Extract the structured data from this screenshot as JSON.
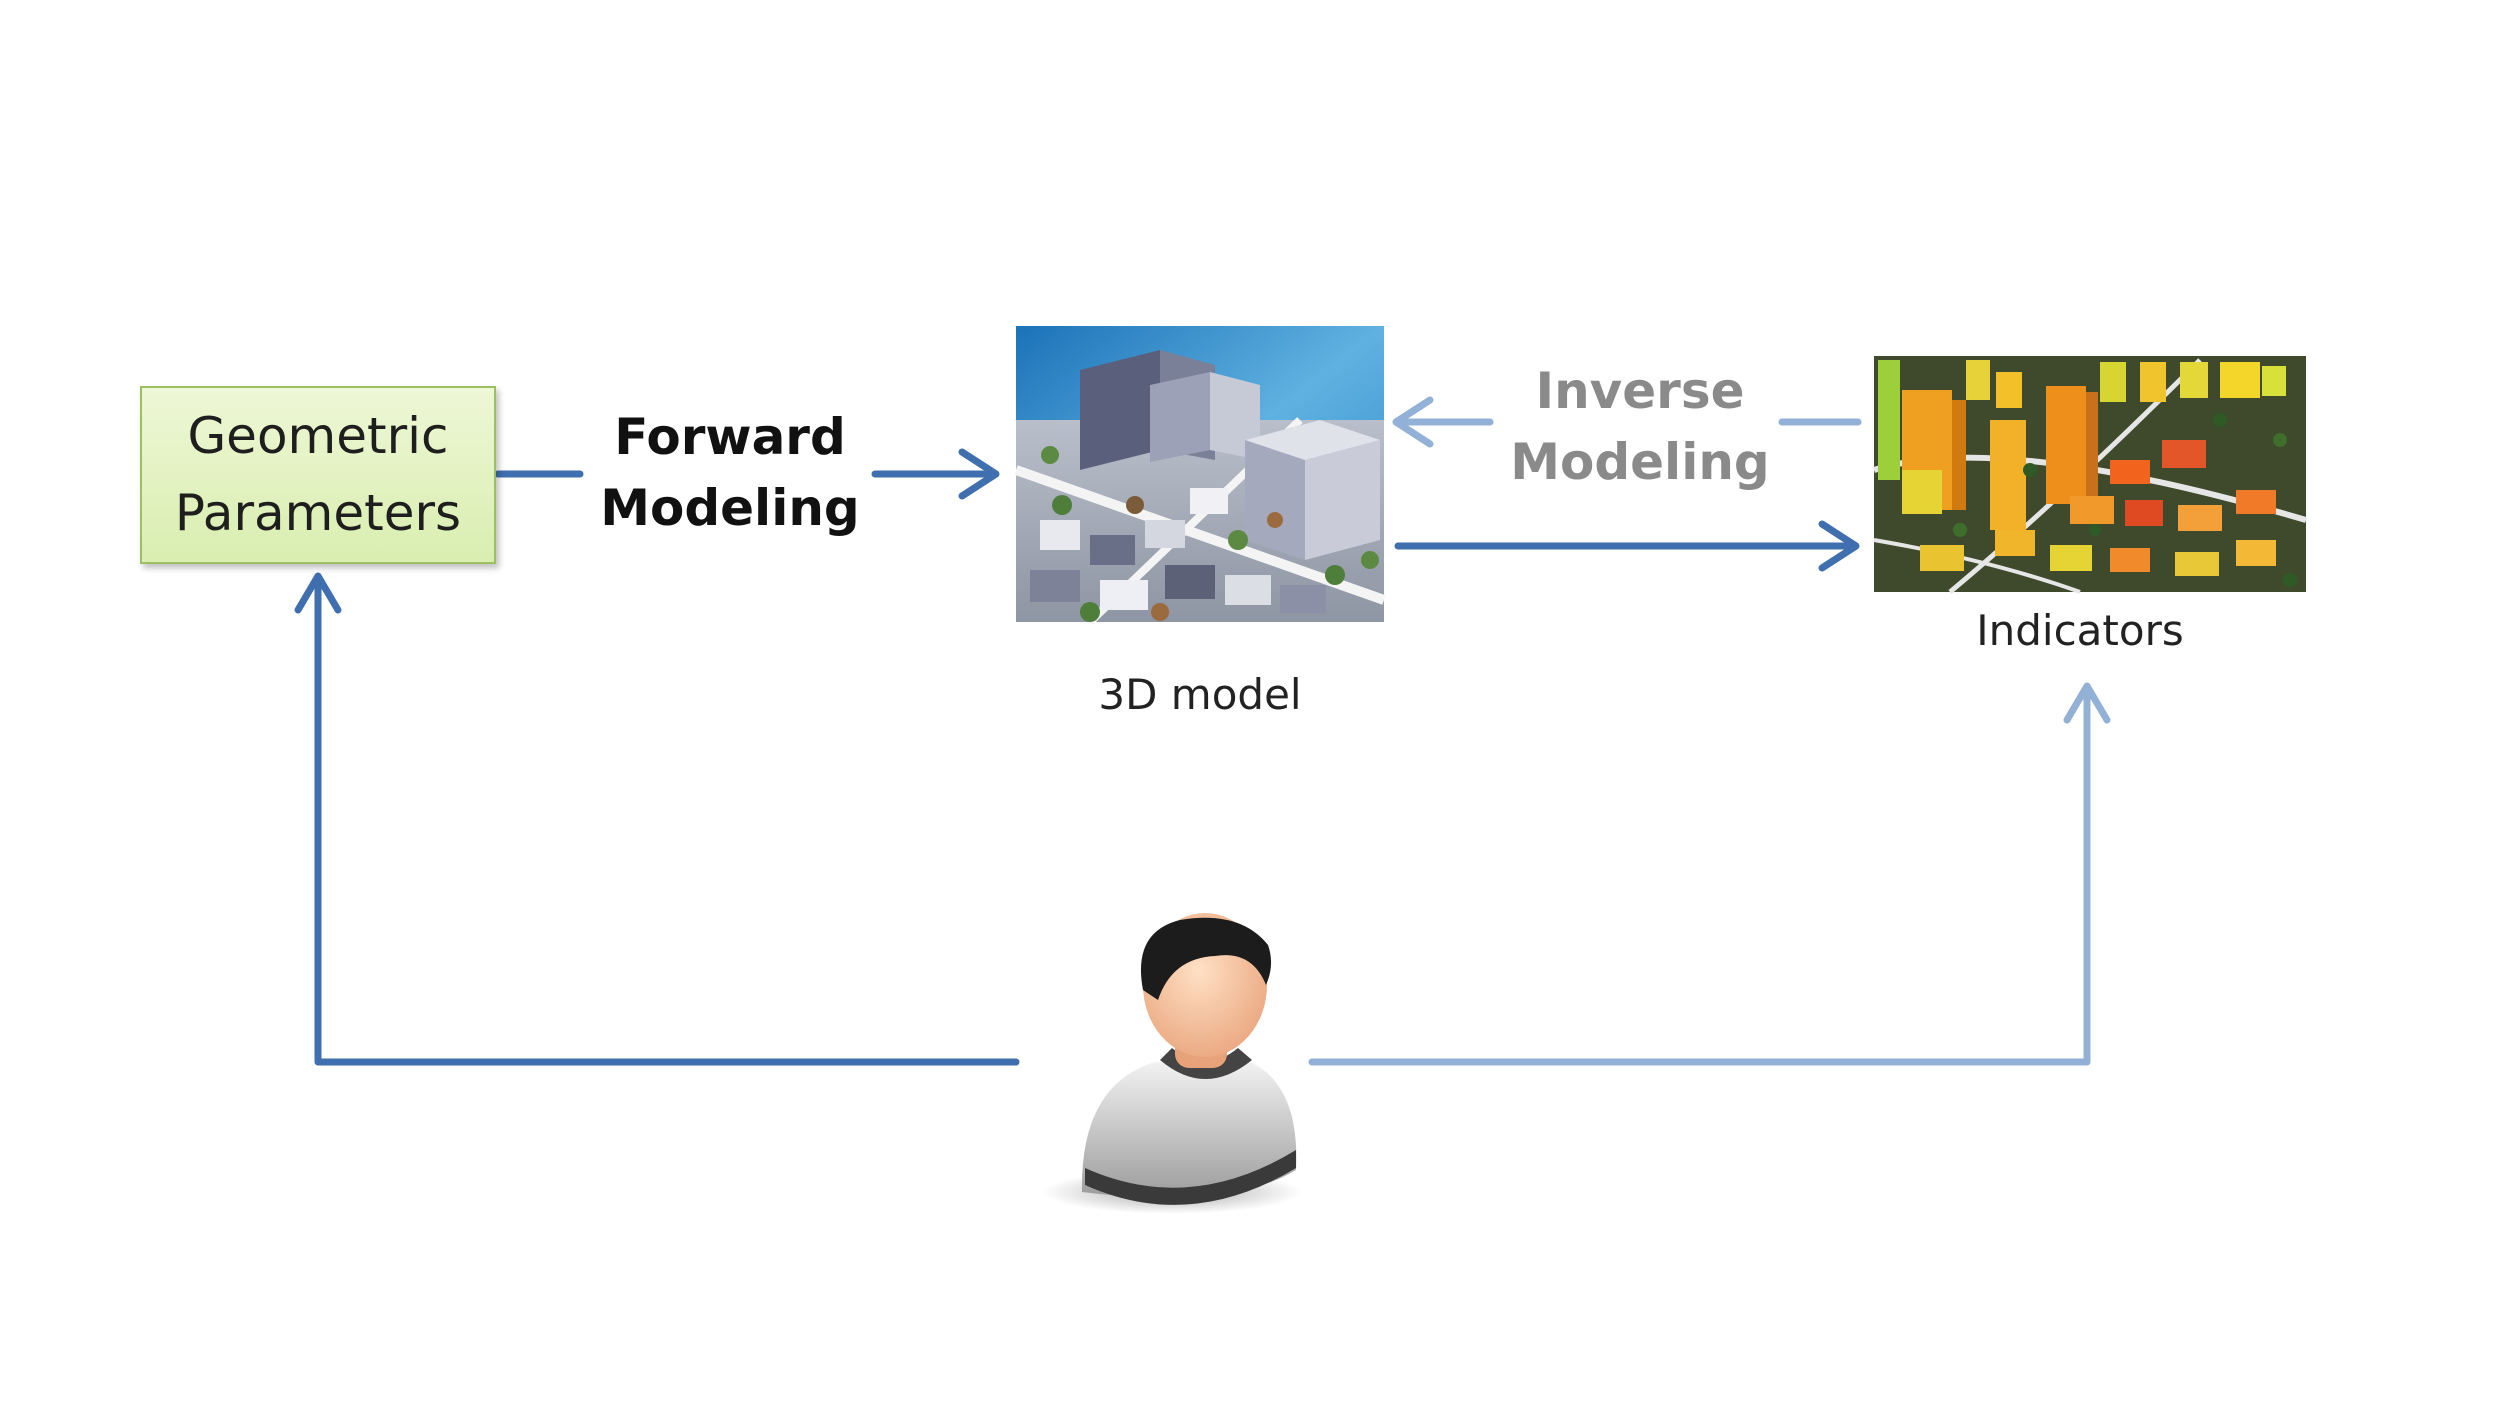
{
  "nodes": {
    "geometric_parameters": {
      "line1": "Geometric",
      "line2": "Parameters"
    },
    "model_3d": {
      "label": "3D model"
    },
    "indicators": {
      "label": "Indicators"
    },
    "user": {
      "icon": "user-icon"
    }
  },
  "edges": {
    "forward_modeling": {
      "line1": "Forward",
      "line2": "Modeling"
    },
    "inverse_modeling": {
      "line1": "Inverse",
      "line2": "Modeling"
    }
  },
  "colors": {
    "arrow_dark": "#3f6fae",
    "arrow_light": "#93b0d6",
    "box_fill": "#e4f2c4",
    "box_border": "#9cbf62",
    "inverse_text": "#8a8a8a"
  }
}
